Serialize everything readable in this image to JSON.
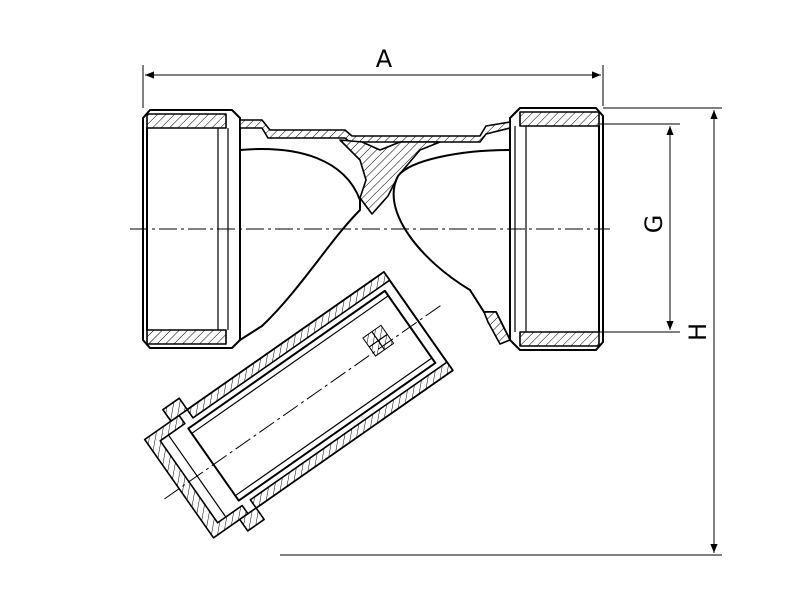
{
  "dimensions": {
    "length_label": "A",
    "thread_label": "G",
    "height_label": "H"
  }
}
